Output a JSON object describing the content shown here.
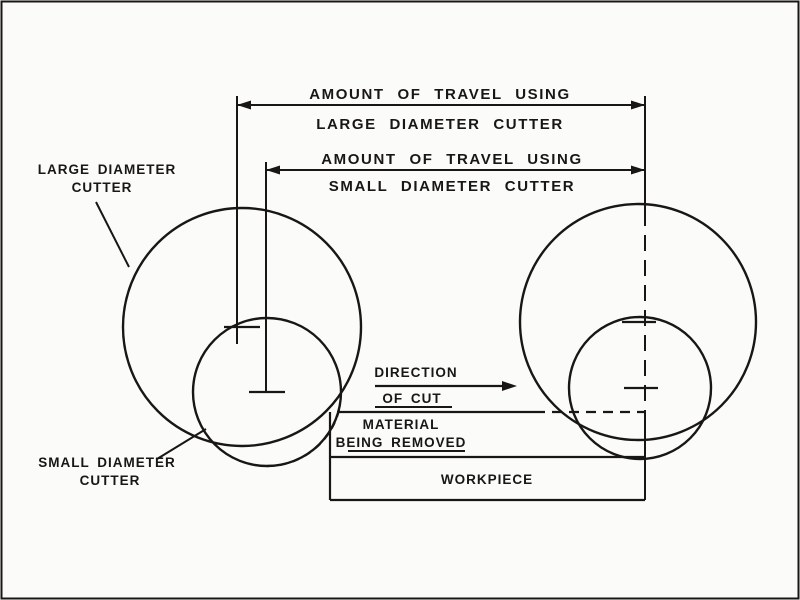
{
  "figure": {
    "type": "technical-diagram",
    "subject": "milling cutter travel comparison",
    "colors": {
      "ink": "#181715",
      "paper": "#fbfbf9"
    },
    "dimensions": {
      "large": {
        "line1": "AMOUNT OF TRAVEL USING",
        "line2": "LARGE DIAMETER CUTTER"
      },
      "small": {
        "line1": "AMOUNT OF TRAVEL USING",
        "line2": "SMALL DIAMETER CUTTER"
      }
    },
    "callouts": {
      "large_cutter": {
        "line1": "LARGE DIAMETER",
        "line2": "CUTTER"
      },
      "small_cutter": {
        "line1": "SMALL DIAMETER",
        "line2": "CUTTER"
      }
    },
    "annotations": {
      "direction": {
        "line1": "DIRECTION",
        "line2": "OF CUT"
      },
      "material": {
        "line1": "MATERIAL",
        "line2": "BEING REMOVED"
      },
      "workpiece": "WORKPIECE"
    }
  }
}
